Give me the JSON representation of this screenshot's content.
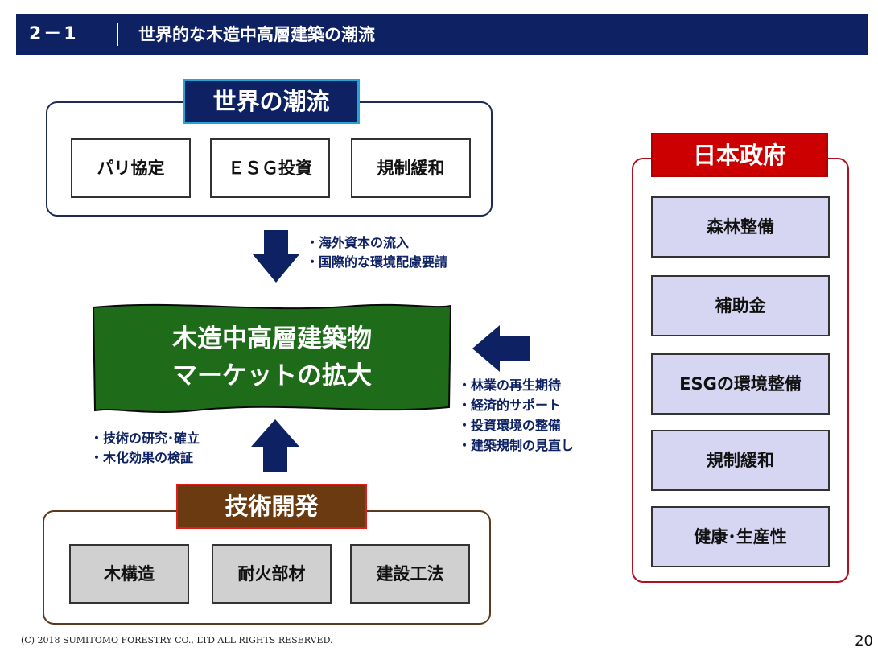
{
  "header": {
    "section_number": "2－1",
    "title": "世界的な木造中高層建築の潮流"
  },
  "world_trends": {
    "title": "世界の潮流",
    "items": [
      "パリ協定",
      "ＥＳＧ投資",
      "規制緩和"
    ],
    "bullets": [
      "海外資本の流入",
      "国際的な環境配慮要請"
    ]
  },
  "center": {
    "line1": "木造中高層建築物",
    "line2": "マーケットの拡大"
  },
  "technology": {
    "title": "技術開発",
    "items": [
      "木構造",
      "耐火部材",
      "建設工法"
    ],
    "bullets": [
      "技術の研究･確立",
      "木化効果の検証"
    ]
  },
  "government": {
    "title": "日本政府",
    "items": [
      "森林整備",
      "補助金",
      "ESGの環境整備",
      "規制緩和",
      "健康･生産性"
    ],
    "bullets": [
      "林業の再生期待",
      "経済的サポート",
      "投資環境の整備",
      "建築規制の見直し"
    ]
  },
  "footer": {
    "copyright": "(C) 2018 SUMITOMO FORESTRY CO., LTD ALL RIGHTS RESERVED.",
    "page_number": "20"
  },
  "colors": {
    "navy": "#0d2163",
    "cyan_border": "#23a3d8",
    "green_banner": "#1e6b1a",
    "brown": "#6b3a10",
    "red": "#cc0000",
    "lavender": "#d6d6f2",
    "gray_item": "#d0d0d0"
  }
}
